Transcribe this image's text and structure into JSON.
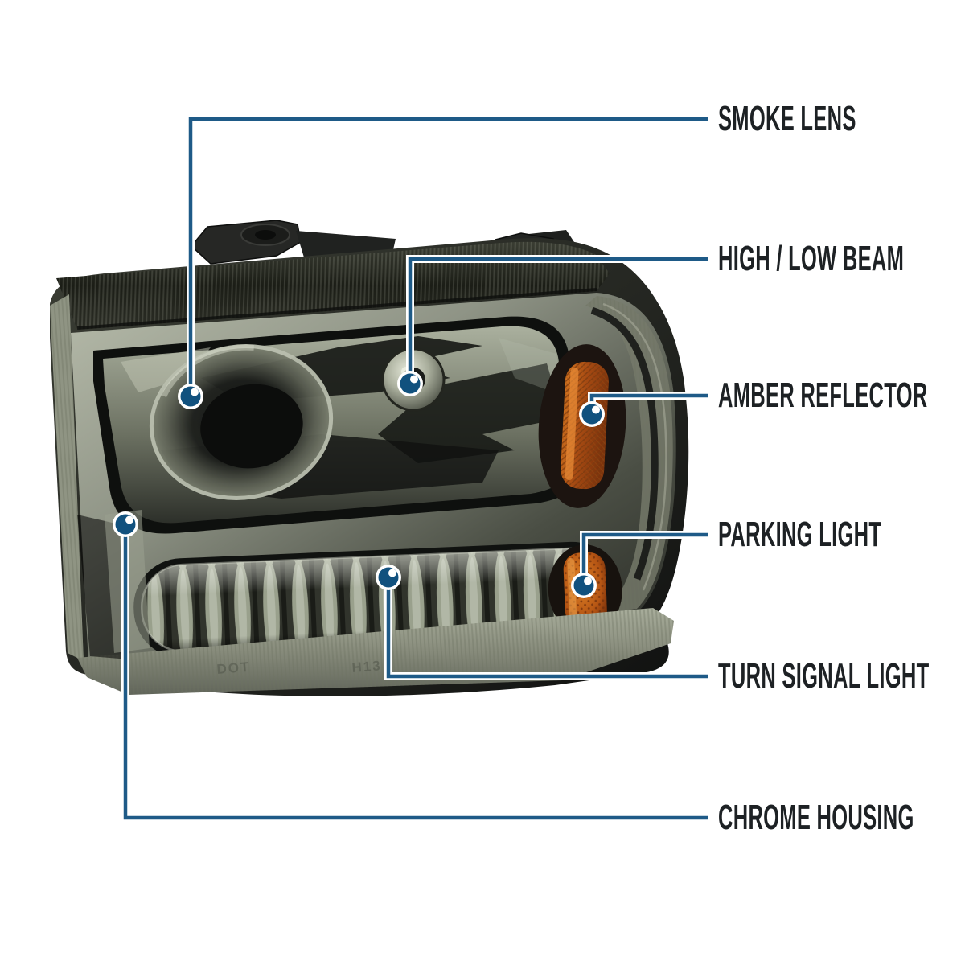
{
  "page": {
    "background_color": "#ffffff"
  },
  "diagram": {
    "subject": "smoked headlight assembly annotated diagram",
    "accent_line_color": "#1e5a87",
    "dot_color": "#11517e",
    "label_text_color": "#1d2124",
    "callouts": [
      {
        "id": "smoke-lens",
        "label": "SMOKE LENS"
      },
      {
        "id": "high-low-beam",
        "label": "HIGH / LOW BEAM"
      },
      {
        "id": "amber-reflector",
        "label": "AMBER REFLECTOR"
      },
      {
        "id": "parking-light",
        "label": "PARKING LIGHT"
      },
      {
        "id": "turn-signal-light",
        "label": "TURN SIGNAL LIGHT"
      },
      {
        "id": "chrome-housing",
        "label": "CHROME HOUSING"
      }
    ],
    "lens_markings": {
      "dot_stamp": "DOT",
      "bulb_stamp": "H13"
    },
    "product_colors": {
      "lens_smoke": "#8f9486",
      "housing_dark": "#17181a",
      "amber": "#b65617",
      "chrome_light": "#b6bbaa"
    }
  }
}
